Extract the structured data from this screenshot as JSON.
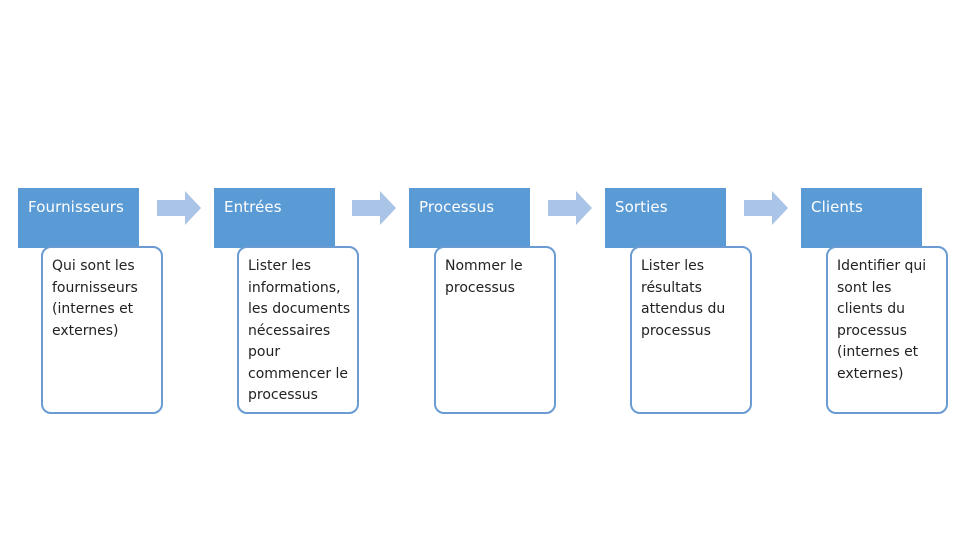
{
  "steps": [
    {
      "title": "Fournisseurs",
      "description": "Qui sont les\nfournisseurs\n(internes et\nexternes)"
    },
    {
      "title": "Entrées",
      "description": "Lister les\ninformations,\nles documents\nnécessaires\npour\ncommencer le\nprocessus"
    },
    {
      "title": "Processus",
      "description": "Nommer le\nprocessus"
    },
    {
      "title": "Sorties",
      "description": "Lister les\nrésultats\nattendus du\nprocessus"
    },
    {
      "title": "Clients",
      "description": "Identifier qui\nsont les\nclients du\nprocessus\n(internes et\nexternes)"
    }
  ],
  "colors": {
    "header_fill": "#5b9bd5",
    "box_border": "#6a9bd3",
    "arrow_fill": "#a9c4e6"
  }
}
